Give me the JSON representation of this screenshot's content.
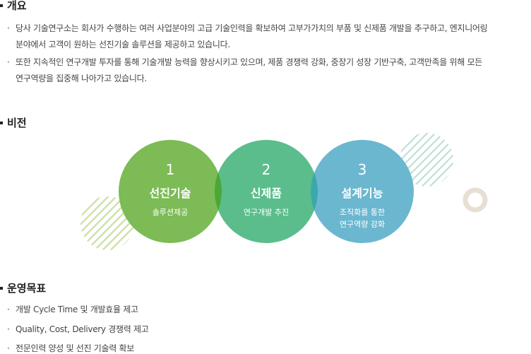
{
  "overview": {
    "title": "개요",
    "items": [
      {
        "line1": "당사 기술연구소는 회사가 수행하는 여러 사업분야의 고급 기술인력을 확보하여 고부가가치의 부품 및 신제품 개발을 추구하고, 엔지니어링",
        "line2": "분야에서 고객이 원하는 선진기술 솔루션을 제공하고 있습니다."
      },
      {
        "line1": "또한 지속적인 연구개발 투자를 통해 기술개발 능력을 향상시키고 있으며, 제품 경쟁력 강화, 중장기 성장 기반구축, 고객만족을 위해 모든",
        "line2": "연구역량을 집중해 나아가고 있습니다."
      }
    ]
  },
  "vision": {
    "title": "비전",
    "circles": [
      {
        "num": "1",
        "title": "선진기술",
        "sub1": "솔루션제공",
        "sub2": "",
        "color": "#7cbb55"
      },
      {
        "num": "2",
        "title": "신제품",
        "sub1": "연구개발 추진",
        "sub2": "",
        "color": "#5bbd8c"
      },
      {
        "num": "3",
        "title": "설계기능",
        "sub1": "조직화를 통한",
        "sub2": "연구역량 강화",
        "color": "#6bb7d0"
      }
    ]
  },
  "goals": {
    "title": "운영목표",
    "items": [
      "개발 Cycle Time 및 개발효율 제고",
      "Quality, Cost, Delivery 경쟁력 제고",
      "전문인력 양성 및 선진 기술력 확보"
    ]
  },
  "bullet": "·"
}
